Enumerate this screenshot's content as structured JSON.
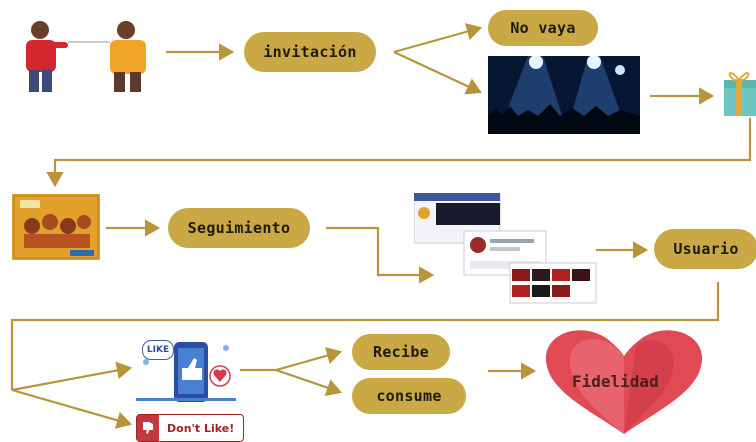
{
  "nodes": {
    "invitacion": "invitación",
    "no_vaya": "No vaya",
    "seguimiento": "Seguimiento",
    "usuario": "Usuario",
    "recibe": "Recibe",
    "consume": "consume",
    "fidelidad": "Fidelidad"
  },
  "badges": {
    "like": "LIKE",
    "dont_like": "Don't Like!"
  },
  "colors": {
    "pill": "#c9a845",
    "arrow": "#b8943a",
    "heart": "#e04a55"
  }
}
